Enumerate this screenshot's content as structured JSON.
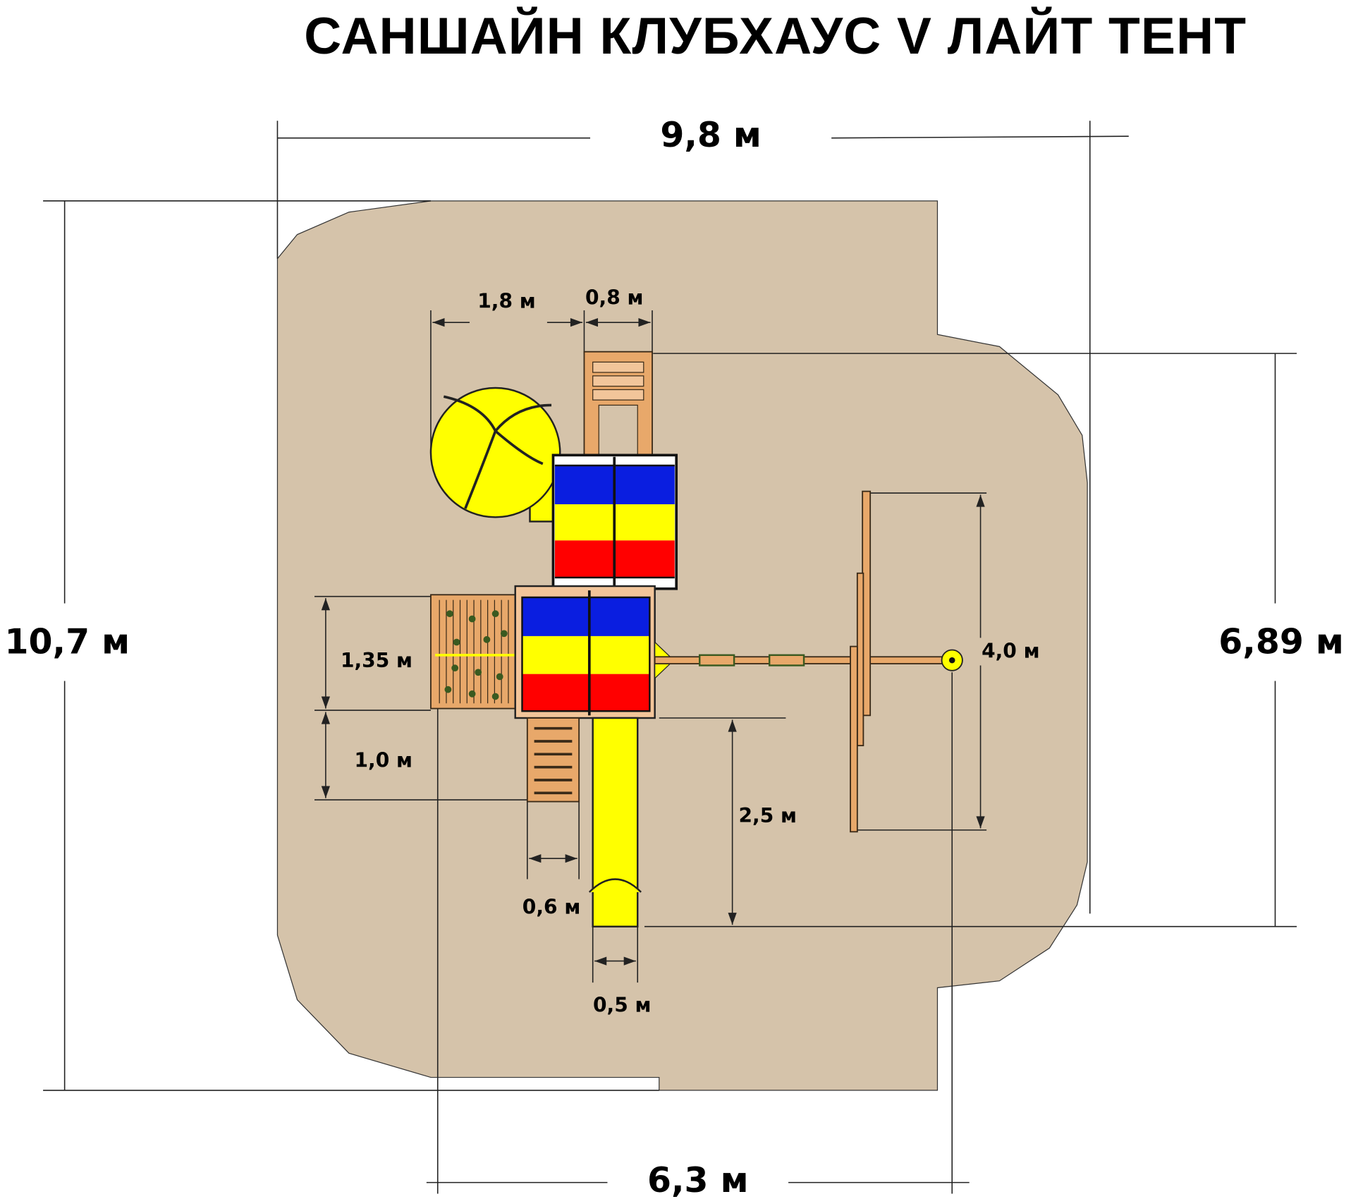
{
  "title": "САНШАЙН КЛУБХАУС V ЛАЙТ ТЕНТ",
  "dimensions": {
    "total_width": "9,8 м",
    "total_length": "10,7 м",
    "structure_length": "6,89 м",
    "structure_width": "6,3 м",
    "tube_slide": "1,8 м",
    "top_ladder": "0,8 м",
    "climbing_wall": "1,35 м",
    "lower_ladder_length": "1,0 м",
    "slide_length": "2,5 м",
    "swing_beam": "4,0 м",
    "lower_ladder_width": "0,6 м",
    "slide_width": "0,5 м"
  },
  "colors": {
    "ground": "#d5c3aa",
    "blue": "#0a1ee0",
    "yellow": "#ffff00",
    "red": "#ff0000",
    "wood": "#e8a86a"
  }
}
